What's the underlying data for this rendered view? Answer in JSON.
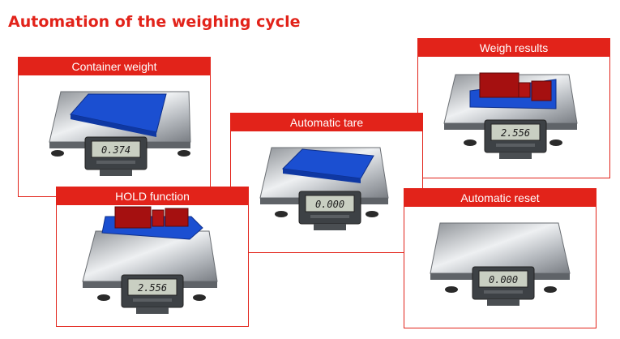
{
  "page": {
    "title": "Automation of the weighing cycle",
    "accent_color": "#e2231a"
  },
  "panels": {
    "container_weight": {
      "label": "Container weight",
      "display": "0.374",
      "load": "empty-tray"
    },
    "weigh_results": {
      "label": "Weigh results",
      "display": "2.556",
      "load": "tray-with-boxes"
    },
    "automatic_tare": {
      "label": "Automatic tare",
      "display": "0.000",
      "load": "empty-tray"
    },
    "hold_function": {
      "label": "HOLD function",
      "display": "2.556",
      "load": "tray-with-boxes"
    },
    "automatic_reset": {
      "label": "Automatic reset",
      "display": "0.000",
      "load": "none"
    }
  },
  "icons": [
    "weighing-scale-icon",
    "lcd-indicator-icon",
    "blue-tray-icon",
    "red-box-icon"
  ]
}
